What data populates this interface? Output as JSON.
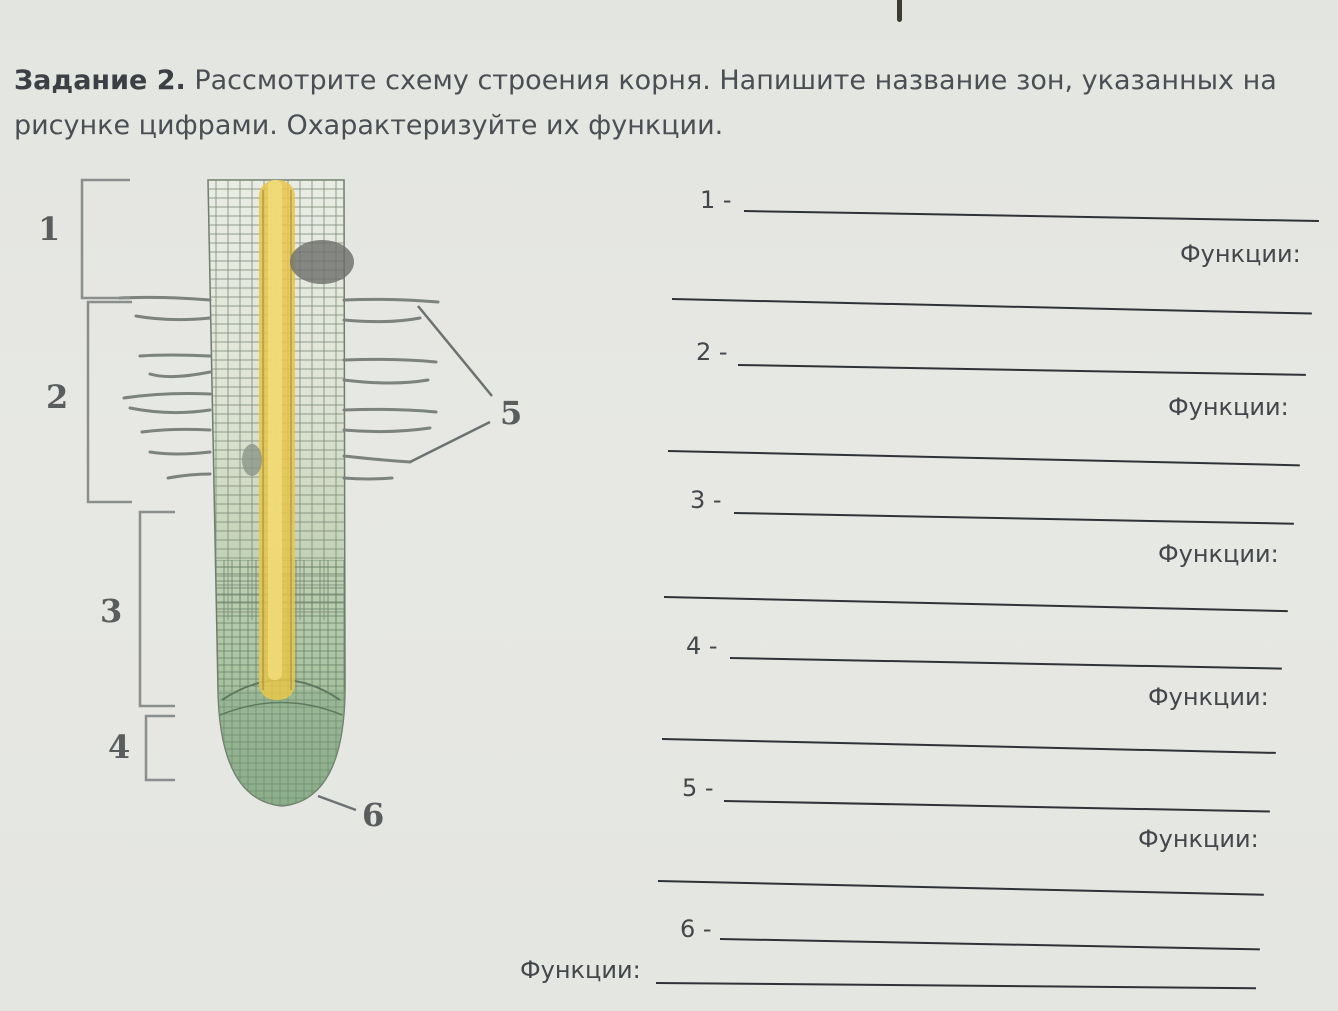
{
  "task": {
    "number": "Задание 2.",
    "text": "Рассмотрите схему строения корня. Напишите название зон, указанных на рисунке цифрами. Охарактеризуйте их функции."
  },
  "figure": {
    "zone_labels": [
      "1",
      "2",
      "3",
      "4"
    ],
    "root_hair_label": "5",
    "root_cap_label": "6",
    "colors": {
      "stele": "#e8c64a",
      "tissue": "#b9c7a8",
      "tip": "#8fb08c",
      "lines": "#6c7272"
    }
  },
  "answers": [
    {
      "number": "1 -",
      "functions_label": "Функции:"
    },
    {
      "number": "2 -",
      "functions_label": "Функции:"
    },
    {
      "number": "3 -",
      "functions_label": "Функции:"
    },
    {
      "number": "4 -",
      "functions_label": "Функции:"
    },
    {
      "number": "5 -",
      "functions_label": "Функции:"
    },
    {
      "number": "6 -",
      "functions_label": "Функции:"
    }
  ]
}
